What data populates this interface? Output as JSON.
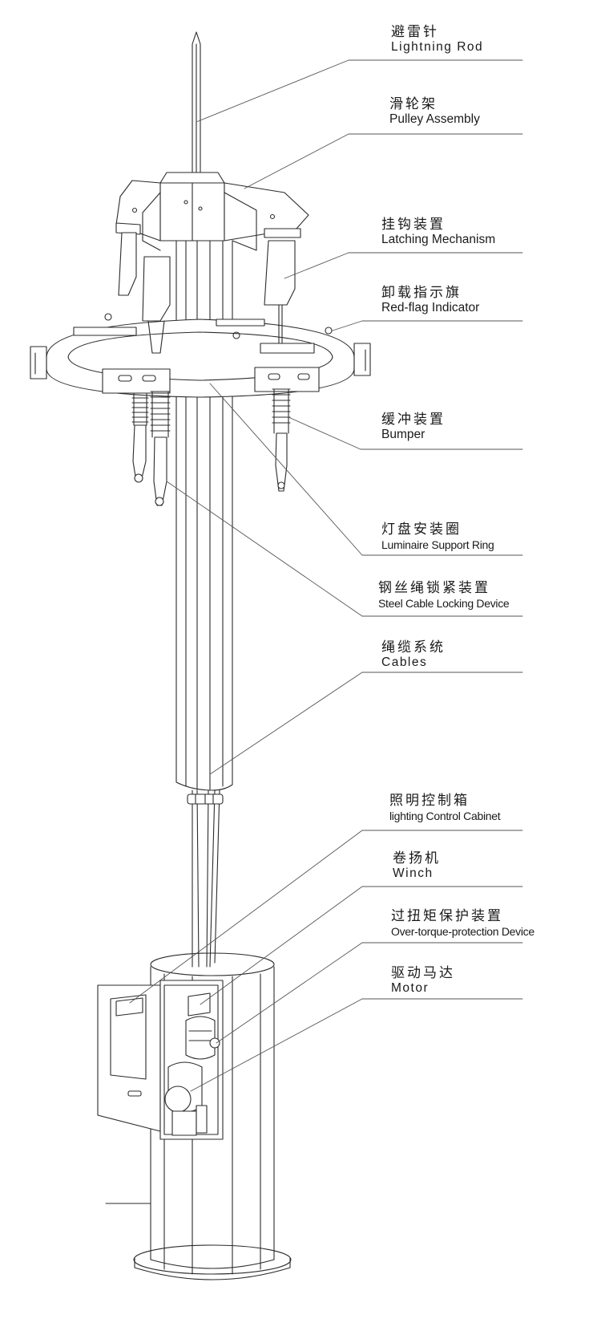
{
  "callouts": [
    {
      "id": "lightning-rod",
      "zh": "避雷针",
      "en": "Lightning Rod"
    },
    {
      "id": "pulley-assembly",
      "zh": "滑轮架",
      "en": "Pulley Assembly"
    },
    {
      "id": "latching-mechanism",
      "zh": "挂钩装置",
      "en": "Latching Mechanism"
    },
    {
      "id": "red-flag-indicator",
      "zh": "卸载指示旗",
      "en": "Red-flag Indicator"
    },
    {
      "id": "bumper",
      "zh": "缓冲装置",
      "en": "Bumper"
    },
    {
      "id": "luminaire-support-ring",
      "zh": "灯盘安装圈",
      "en": "Luminaire Support Ring"
    },
    {
      "id": "steel-cable-locking-device",
      "zh": "钢丝绳锁紧装置",
      "en": "Steel Cable Locking Device"
    },
    {
      "id": "cables",
      "zh": "绳缆系统",
      "en": "Cables"
    },
    {
      "id": "lighting-control-cabinet",
      "zh": "照明控制箱",
      "en": "lighting Control Cabinet"
    },
    {
      "id": "winch",
      "zh": "卷扬机",
      "en": "Winch"
    },
    {
      "id": "over-torque-protection-device",
      "zh": "过扭矩保护装置",
      "en": "Over-torque-protection Device"
    },
    {
      "id": "motor",
      "zh": "驱动马达",
      "en": "Motor"
    }
  ],
  "colors": {
    "line": "#2b2b2b",
    "leader": "#555555",
    "fill": "#ffffff"
  }
}
